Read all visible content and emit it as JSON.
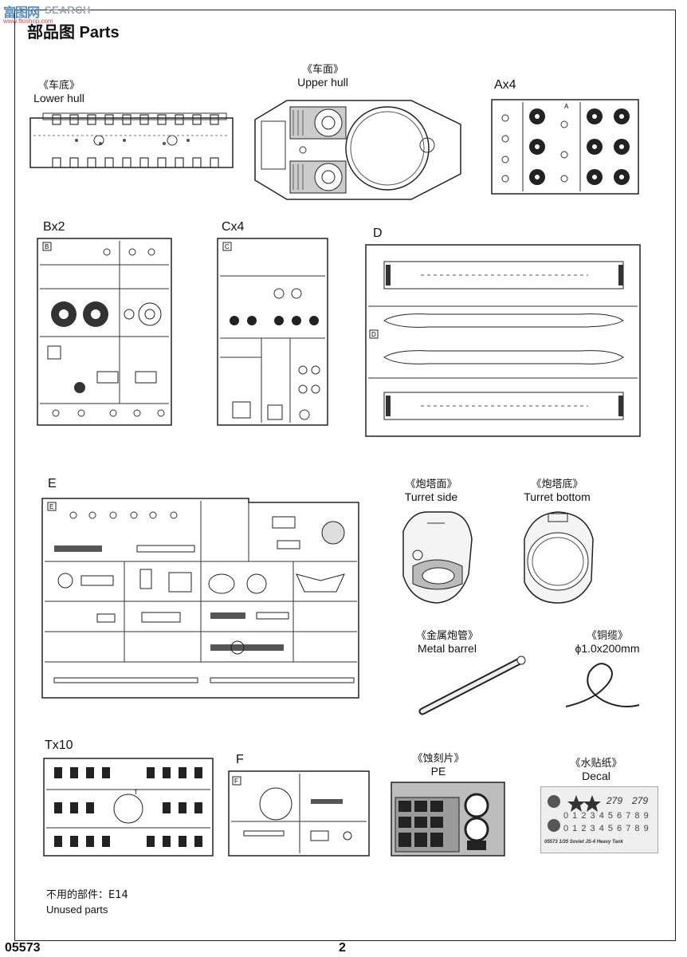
{
  "watermark": {
    "logo": "富图网",
    "brand": "SEARCH",
    "url": "www.ftoshop.com"
  },
  "header": {
    "title": "部品图  Parts"
  },
  "parts": {
    "lower_hull": {
      "zh": "《车底》",
      "en": "Lower hull"
    },
    "upper_hull": {
      "zh": "《车面》",
      "en": "Upper hull"
    },
    "sprue_a": {
      "label": "Ax4",
      "tag": "A"
    },
    "sprue_b": {
      "label": "Bx2",
      "tag": "B"
    },
    "sprue_c": {
      "label": "Cx4",
      "tag": "C"
    },
    "sprue_d": {
      "label": "D",
      "tag": "D"
    },
    "sprue_e": {
      "label": "E",
      "tag": "E"
    },
    "turret_side": {
      "zh": "《炮塔面》",
      "en": "Turret side"
    },
    "turret_bottom": {
      "zh": "《炮塔底》",
      "en": "Turret bottom"
    },
    "metal_barrel": {
      "zh": "《金属炮管》",
      "en": "Metal barrel"
    },
    "copper_cable": {
      "zh": "《铜缆》",
      "en": "ϕ1.0x200mm"
    },
    "sprue_t": {
      "label": "Tx10",
      "tag": "T"
    },
    "sprue_f": {
      "label": "F",
      "tag": "F"
    },
    "photo_etch": {
      "zh": "《蚀刻片》",
      "en": "PE"
    },
    "decal": {
      "zh": "《水贴纸》",
      "en": "Decal",
      "markings": [
        "279",
        "279"
      ],
      "digits": "0 1 2 3 4 5 6 7 8 9",
      "caption": "05573 1/35 Soviet JS-4 Heavy Tank"
    }
  },
  "unused": {
    "zh": "不用的部件：E14",
    "en": "Unused parts"
  },
  "footer": {
    "kit_number": "05573",
    "page_number": "2"
  }
}
